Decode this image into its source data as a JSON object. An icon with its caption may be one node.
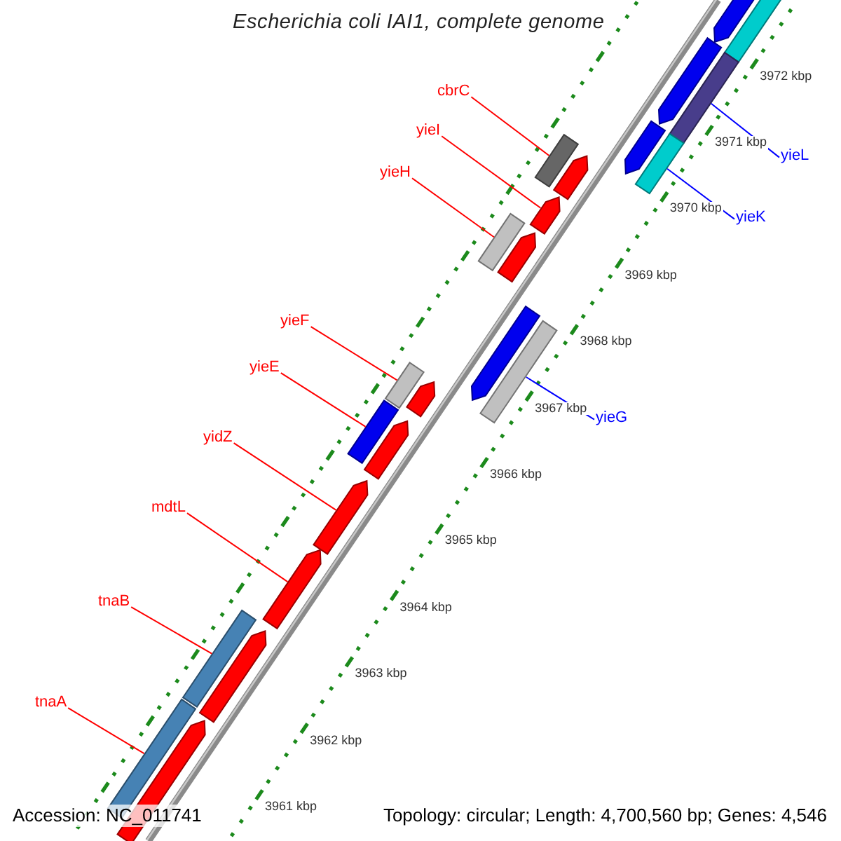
{
  "diagram": {
    "title": "Escherichia coli IAI1, complete genome",
    "nodes": [
      {
        "text": [
          "cbrC"
        ]
      },
      {
        "text": [
          "yieI"
        ]
      },
      {
        "text": [
          "yieL"
        ]
      },
      {
        "text": [
          "yieH"
        ]
      },
      {
        "text": [
          "yieK"
        ]
      },
      {
        "text": [
          "yieF"
        ]
      },
      {
        "text": [
          "yieE"
        ]
      },
      {
        "text": [
          "yieG"
        ]
      },
      {
        "text": [
          "yidZ"
        ]
      },
      {
        "text": [
          "mdtL"
        ]
      },
      {
        "text": [
          "tnaB"
        ]
      },
      {
        "text": [
          "tnaA"
        ]
      },
      {
        "text": [],
        "shape": "arrow"
      },
      {
        "text": [],
        "shape": "bar"
      },
      {
        "text": [],
        "shape": "bar"
      },
      {
        "text": [],
        "shape": "arrow"
      },
      {
        "text": [],
        "shape": "arrow"
      },
      {
        "text": [],
        "shape": "bar"
      },
      {
        "text": [],
        "shape": "bar"
      },
      {
        "text": [],
        "shape": "arrow"
      },
      {
        "text": [],
        "shape": "arrow"
      },
      {
        "text": [],
        "shape": "bar"
      },
      {
        "text": [],
        "shape": "arrow"
      },
      {
        "text": [],
        "shape": "bar"
      },
      {
        "text": [],
        "shape": "arrow"
      },
      {
        "text": [],
        "shape": "bar"
      },
      {
        "text": [],
        "shape": "arrow"
      },
      {
        "text": [],
        "shape": "bar"
      },
      {
        "text": [],
        "shape": "arrow"
      },
      {
        "text": [],
        "shape": "arrow"
      },
      {
        "text": [],
        "shape": "arrow"
      },
      {
        "text": [],
        "shape": "bar"
      },
      {
        "text": [],
        "shape": "arrow"
      },
      {
        "text": [],
        "shape": "bar"
      },
      {
        "text": [],
        "shape": "arrow"
      }
    ],
    "edges": [
      {
        "from": 0,
        "to": 18,
        "arrow": "none"
      },
      {
        "from": 1,
        "to": 20,
        "arrow": "none"
      },
      {
        "from": 2,
        "to": 14,
        "arrow": "none",
        "color": "#0000ff"
      },
      {
        "from": 3,
        "to": 21,
        "arrow": "none"
      },
      {
        "from": 4,
        "to": 17,
        "arrow": "none",
        "color": "#0000ff"
      },
      {
        "from": 5,
        "to": 25,
        "arrow": "none"
      },
      {
        "from": 6,
        "to": 27,
        "arrow": "none"
      },
      {
        "from": 7,
        "to": 23,
        "arrow": "none",
        "color": "#0000ff"
      },
      {
        "from": 8,
        "to": 29,
        "arrow": "none"
      },
      {
        "from": 9,
        "to": 30,
        "arrow": "none"
      },
      {
        "from": 10,
        "to": 31,
        "arrow": "none"
      },
      {
        "from": 11,
        "to": 33,
        "arrow": "none"
      }
    ],
    "labels": [
      "3972 kbp",
      "3971 kbp",
      "3970 kbp",
      "3969 kbp",
      "3968 kbp",
      "3967 kbp",
      "3966 kbp",
      "3965 kbp",
      "3964 kbp",
      "3963 kbp",
      "3962 kbp",
      "3961 kbp",
      "Accession: NC_011741",
      "Topology: circular; Length: 4,700,560 bp; Genes: 4,546"
    ]
  }
}
